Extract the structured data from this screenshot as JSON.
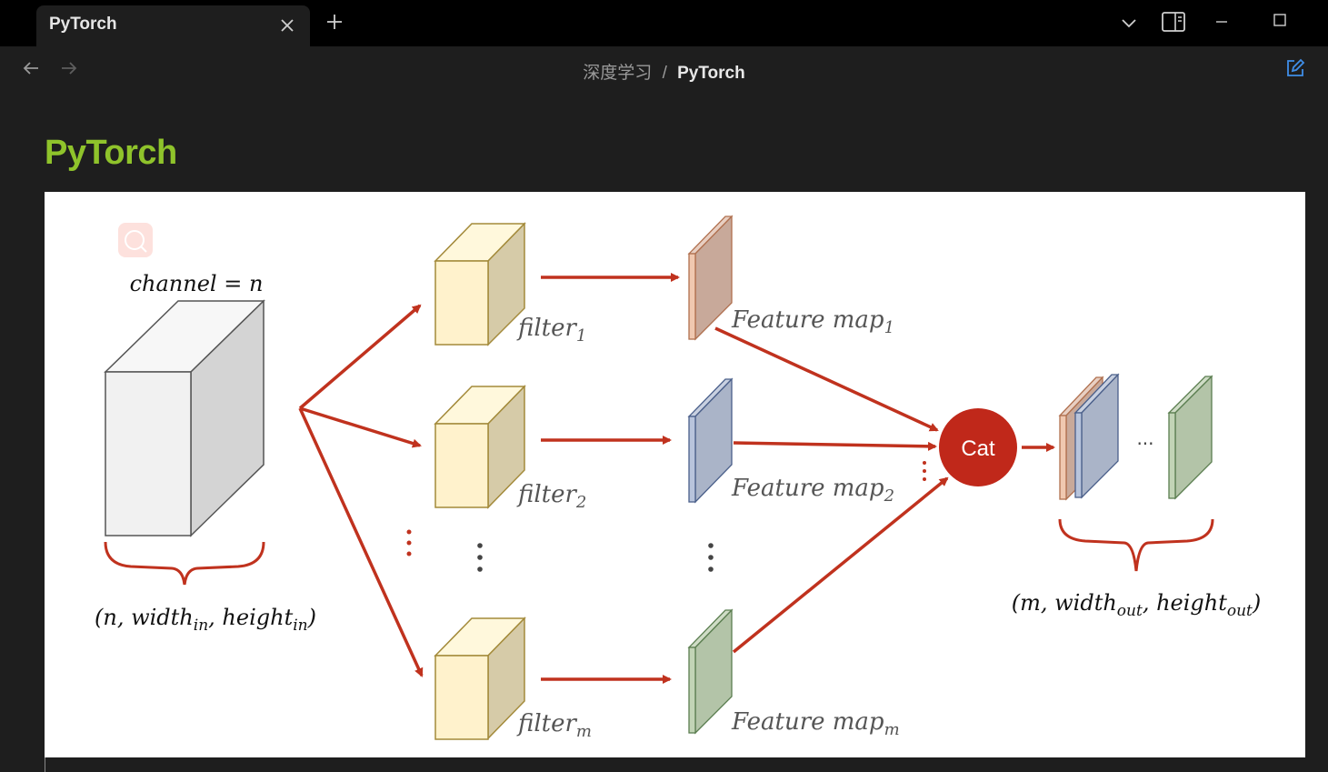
{
  "tab": {
    "title": "PyTorch"
  },
  "breadcrumb": {
    "parent": "深度学习",
    "separator": "/",
    "current": "PyTorch"
  },
  "page": {
    "title": "PyTorch"
  },
  "figure": {
    "channel_label": "channel = n",
    "input_dims": {
      "prefix": "(n, width",
      "sub1": "in",
      "mid": ", height",
      "sub2": "in",
      "suffix": ")"
    },
    "filters": [
      {
        "base": "filter",
        "sub": "1"
      },
      {
        "base": "filter",
        "sub": "2"
      },
      {
        "base": "filter",
        "sub": "m"
      }
    ],
    "feature_maps": [
      {
        "base": "Feature map",
        "sub": "1"
      },
      {
        "base": "Feature map",
        "sub": "2"
      },
      {
        "base": "Feature map",
        "sub": "m"
      }
    ],
    "cat_label": "Cat",
    "ellipsis": "···",
    "output_dims": {
      "prefix": "(m, width",
      "sub1": "out",
      "mid": ", height",
      "sub2": "out",
      "suffix": ")"
    }
  },
  "colors": {
    "accent_title": "#8fc32b",
    "arrow": "#c0321e",
    "cat": "#c0281a",
    "filter_front": "#fff2cc",
    "filter_side": "#d6cba8",
    "map_orange": "#c8a99a",
    "map_blue": "#aab4c8",
    "map_green": "#b3c4a8"
  },
  "icons": {
    "close": "close-icon",
    "new_tab": "plus-icon",
    "back": "arrow-left-icon",
    "forward": "arrow-right-icon",
    "edit": "edit-icon"
  }
}
